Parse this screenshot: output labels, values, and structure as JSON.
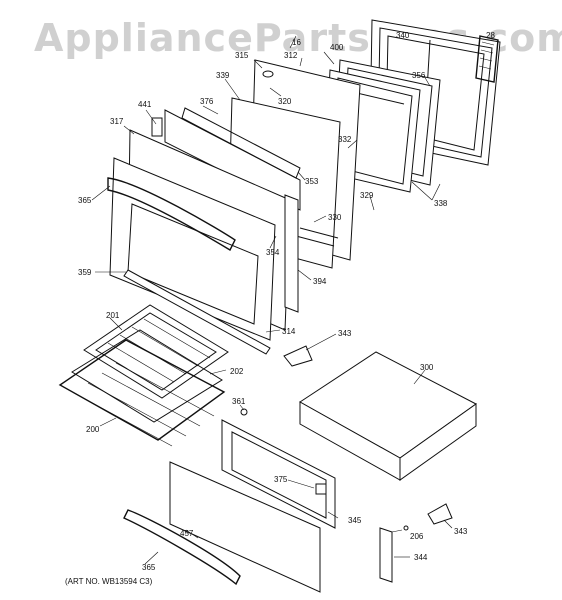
{
  "watermark": "AppliancePartsPros.com",
  "art_number": "(ART NO. WB13594 C3)",
  "callouts": {
    "c441": "441",
    "c317": "317",
    "c365a": "365",
    "c359": "359",
    "c376": "376",
    "c339": "339",
    "c315": "315",
    "c312": "312",
    "c16": "16",
    "c400": "400",
    "c340": "340",
    "c28": "28",
    "c356": "356",
    "c320": "320",
    "c332": "332",
    "c353": "353",
    "c329": "329",
    "c338": "338",
    "c330": "330",
    "c354": "354",
    "c394": "394",
    "c314": "314",
    "c343a": "343",
    "c201": "201",
    "c202": "202",
    "c200": "200",
    "c300": "300",
    "c361": "361",
    "c375": "375",
    "c345": "345",
    "c457": "457",
    "c365b": "365",
    "c343b": "343",
    "c206": "206",
    "c344": "344"
  }
}
